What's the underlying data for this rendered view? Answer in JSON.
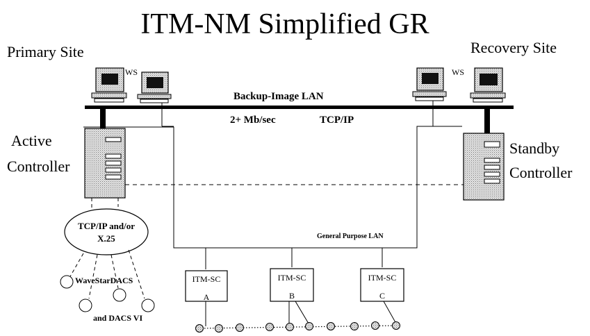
{
  "title": "ITM-NM Simplified GR",
  "sites": {
    "primary": "Primary  Site",
    "recovery": "Recovery Site"
  },
  "workstations": {
    "left_label": "WS",
    "right_label": "WS"
  },
  "backup_lan": {
    "name": "Backup-Image LAN",
    "speed": "2+ Mb/sec",
    "protocol": "TCP/IP"
  },
  "controllers": {
    "active": {
      "line1": "Active",
      "line2": "Controller"
    },
    "standby": {
      "line1": "Standby",
      "line2": "Controller"
    }
  },
  "general_lan": "General Purpose LAN",
  "network_cloud": {
    "line1": "TCP/IP and/or",
    "line2": "X.25"
  },
  "dacs": {
    "line1": "WaveStarDACS",
    "line2": "and DACS VI"
  },
  "subsystems": [
    {
      "name": "ITM-SC",
      "id": "A"
    },
    {
      "name": "ITM-SC",
      "id": "B"
    },
    {
      "name": "ITM-SC",
      "id": "C"
    }
  ]
}
